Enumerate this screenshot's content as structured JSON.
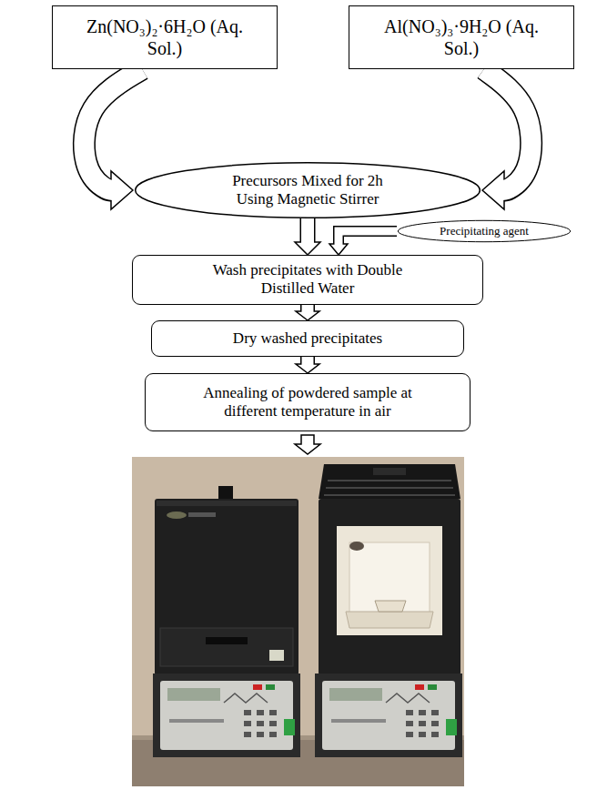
{
  "diagram": {
    "nodes": [
      {
        "text": [
          "Zn(NO₃)₂·6H₂O (Aq. Sol.)"
        ]
      },
      {
        "text": [
          "Al(NO₃)₃·9H₂O (Aq. Sol.)"
        ]
      },
      {
        "text": [
          "Precursors Mixed for 2h Using Magnetic Stirrer"
        ]
      },
      {
        "text": [
          "Precipitating agent"
        ]
      },
      {
        "text": [
          "Wash precipitates with Double Distilled Water"
        ]
      },
      {
        "text": [
          "Dry washed precipitates"
        ]
      },
      {
        "text": [
          "Annealing of powdered sample at different temperature in air"
        ]
      }
    ],
    "edges": [
      {
        "from": 0,
        "to": 2,
        "arrow": "to"
      },
      {
        "from": 1,
        "to": 2,
        "arrow": "to"
      },
      {
        "from": 2,
        "to": 4,
        "arrow": "to"
      },
      {
        "from": 3,
        "to": 4,
        "arrow": "to"
      },
      {
        "from": 4,
        "to": 5,
        "arrow": "to"
      },
      {
        "from": 5,
        "to": 6,
        "arrow": "to"
      }
    ]
  }
}
